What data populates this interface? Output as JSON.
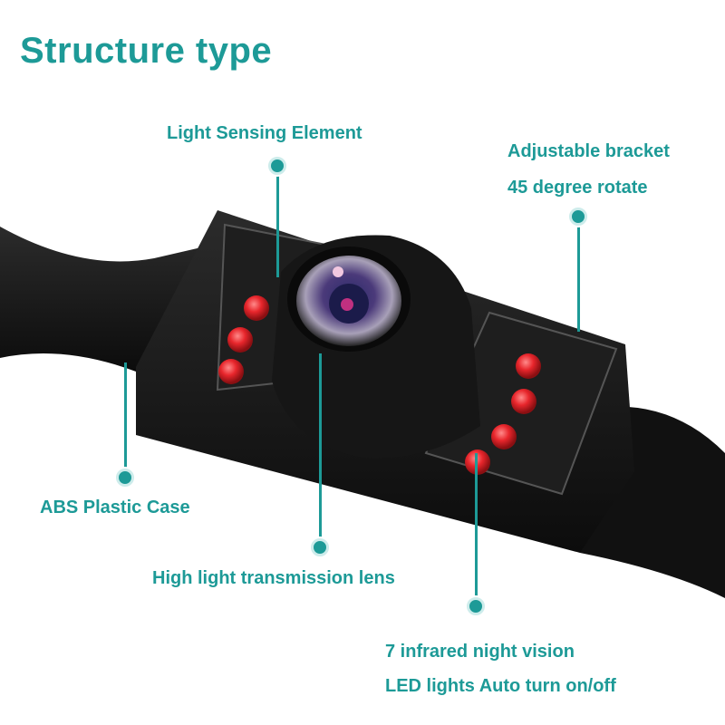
{
  "title": "Structure type",
  "labels": {
    "light_sensing": "Light Sensing Element",
    "bracket_line1": "Adjustable bracket",
    "bracket_line2": "45 degree rotate",
    "case": "ABS Plastic Case",
    "lens": "High light transmission lens",
    "ir_line1": "7 infrared night vision",
    "ir_line2": "LED lights Auto turn on/off"
  },
  "colors": {
    "accent": "#1d9a97",
    "body": "#111111",
    "led": "#e8262c"
  }
}
